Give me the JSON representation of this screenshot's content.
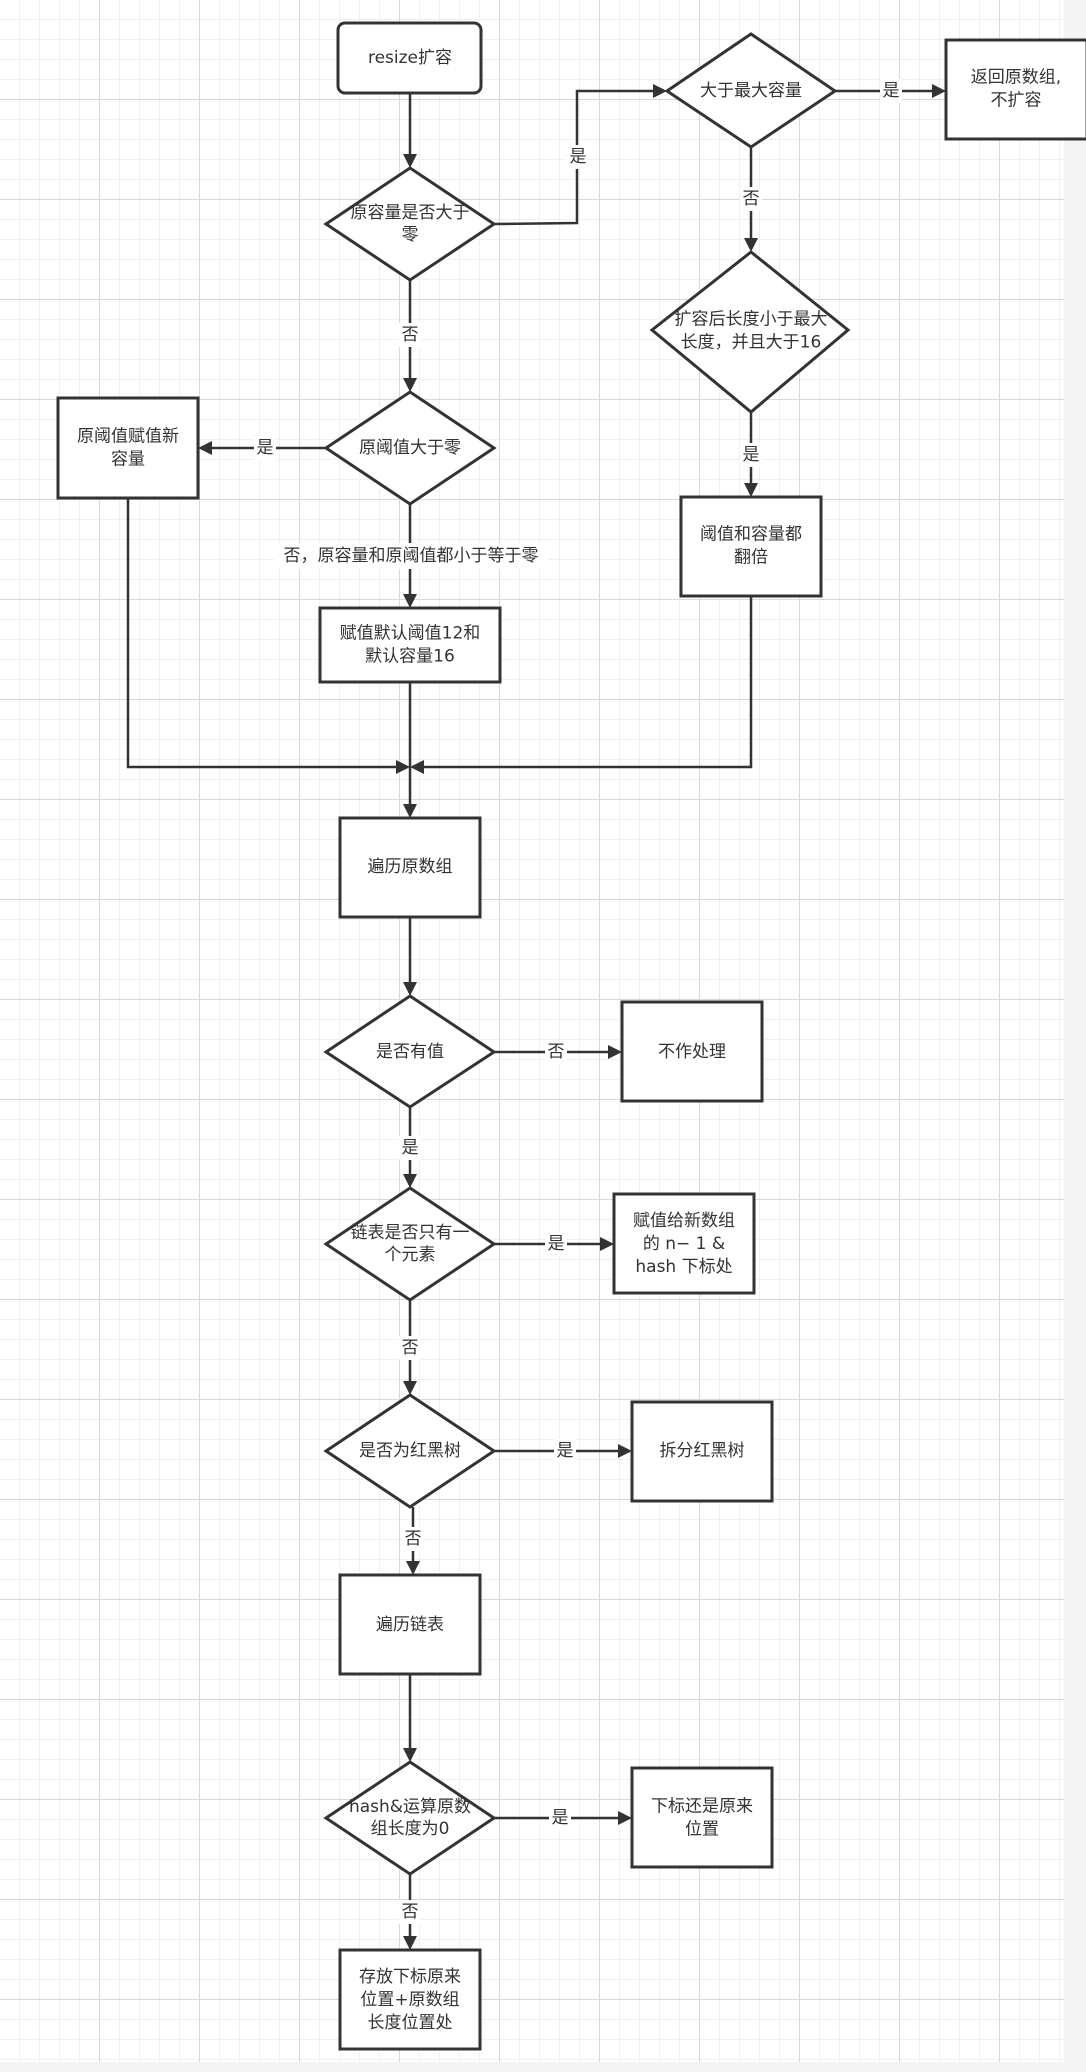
{
  "nodes": {
    "start": [
      "resize扩容"
    ],
    "cap_gt_zero": [
      "原容量是否大于",
      "零"
    ],
    "gt_max": [
      "大于最大容量"
    ],
    "return_orig": [
      "返回原数组,",
      "不扩容"
    ],
    "new_len_check": [
      "扩容后长度小于最大",
      "长度，并且大于16"
    ],
    "double": [
      "阈值和容量都",
      "翻倍"
    ],
    "thr_gt_zero": [
      "原阈值大于零"
    ],
    "assign_thr": [
      "原阈值赋值新",
      "容量"
    ],
    "default_assign": [
      "赋值默认阈值12和",
      "默认容量16"
    ],
    "traverse_array": [
      "遍历原数组"
    ],
    "has_value": [
      "是否有值"
    ],
    "no_op": [
      "不作处理"
    ],
    "single_elem": [
      "链表是否只有一",
      "个元素"
    ],
    "assign_new": [
      "赋值给新数组",
      "的 n− 1 &",
      "hash 下标处"
    ],
    "is_rbtree": [
      "是否为红黑树"
    ],
    "split_tree": [
      "拆分红黑树"
    ],
    "traverse_list": [
      "遍历链表"
    ],
    "hash_check": [
      "hash&运算原数",
      "组长度为0"
    ],
    "same_pos": [
      "下标还是原来",
      "位置"
    ],
    "store_offset": [
      "存放下标原来",
      "位置+原数组",
      "长度位置处"
    ]
  },
  "edges": {
    "cap_yes": "是",
    "max_yes": "是",
    "max_no": "否",
    "len_yes": "是",
    "cap_no": "否",
    "thr_yes": "是",
    "thr_no": "否，原容量和原阈值都小于等于零",
    "has_yes": "是",
    "has_no": "否",
    "single_yes": "是",
    "single_no": "否",
    "rb_yes": "是",
    "rb_no": "否",
    "hash_yes": "是",
    "hash_no": "否"
  }
}
